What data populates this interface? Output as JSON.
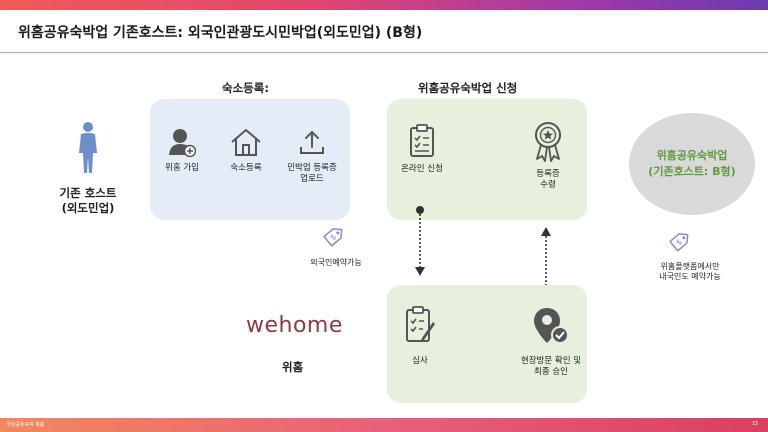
{
  "header": {
    "title": "위홈공유숙박업 기존호스트: 외국인관광도시민박업(외도민업) (B형)"
  },
  "host": {
    "label": "기존 호스트\n(외도민업)"
  },
  "registration": {
    "title": "숙소등록:",
    "steps": [
      {
        "label": "위홈 가입",
        "icon": "user-add-icon"
      },
      {
        "label": "숙소등록",
        "icon": "house-icon"
      },
      {
        "label": "민박업 등록증\n업로드",
        "icon": "upload-icon"
      }
    ],
    "tag_label": "외국인예약가능"
  },
  "application": {
    "title": "위홈공유숙박업 신청",
    "steps": [
      {
        "label": "온라인 신청",
        "icon": "clipboard-checklist-icon"
      },
      {
        "label": "등록증\n수령",
        "icon": "award-badge-icon"
      }
    ]
  },
  "review": {
    "steps": [
      {
        "label": "심사",
        "icon": "clipboard-edit-icon"
      },
      {
        "label": "현장방문 확인 및\n최종 승인",
        "icon": "location-check-icon"
      }
    ]
  },
  "result": {
    "label": "위홈공유숙박업\n(기존호스트: B형)",
    "tag_label": "위홈플랫폼에서만\n내국인도 예약가능"
  },
  "brand": {
    "logo_text": "wehome",
    "name": "위홈"
  },
  "footer": {
    "left": "국민공유숙박 위홈",
    "page": "15"
  },
  "colors": {
    "accent_green": "#5d9b3d",
    "brand": "#8a3b44",
    "box_blue": "#e3ecf7",
    "box_green": "#e6f0dc"
  }
}
